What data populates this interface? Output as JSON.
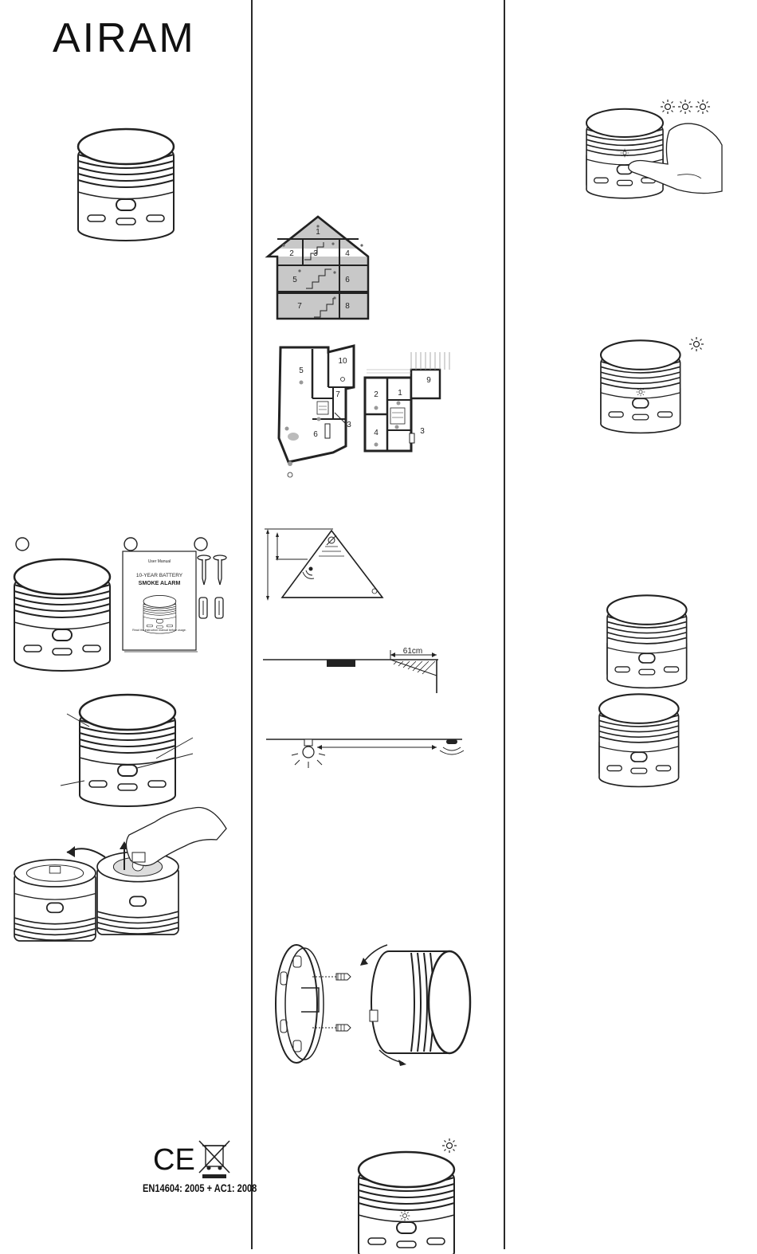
{
  "brand": {
    "logo": "AIRAM"
  },
  "manual_cover": {
    "header": "User Manual",
    "title_line1": "10-YEAR BATTERY",
    "title_line2": "SMOKE ALARM",
    "footnote": "Read the instruction manual before usage."
  },
  "floor_plan_house": {
    "rooms": [
      "1",
      "2",
      "3",
      "4",
      "5",
      "6",
      "7",
      "8"
    ]
  },
  "floor_plan_ground": {
    "rooms": [
      "5",
      "10",
      "7",
      "3",
      "6"
    ]
  },
  "floor_plan_upper": {
    "rooms": [
      "2",
      "1",
      "9",
      "4",
      "3"
    ]
  },
  "wall_clearance": {
    "distance": "61cm"
  },
  "standard": "EN14604: 2005 + AC1: 2008",
  "colors": {
    "line": "#2a2a2a",
    "room_fill": "#c8c8c8",
    "ink": "#222222"
  }
}
